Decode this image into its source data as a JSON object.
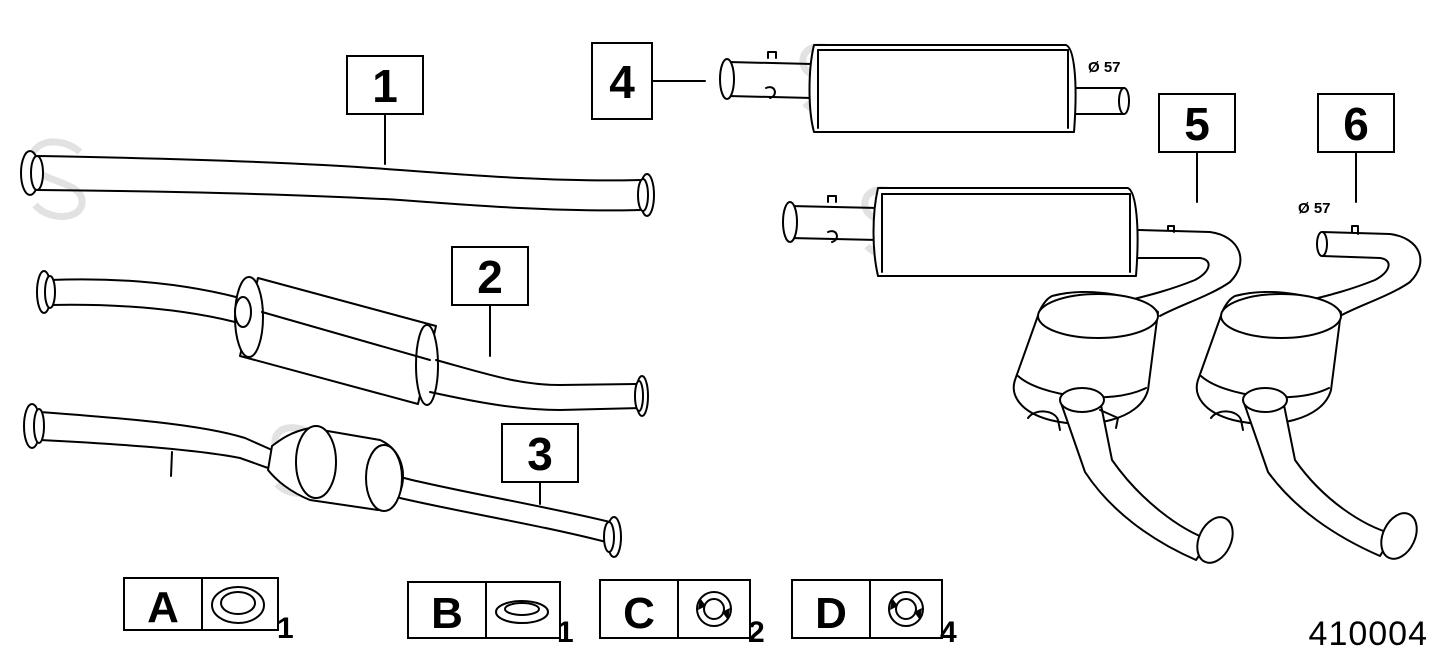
{
  "callouts": [
    {
      "label": "1"
    },
    {
      "label": "2"
    },
    {
      "label": "3"
    },
    {
      "label": "4"
    },
    {
      "label": "5"
    },
    {
      "label": "6"
    }
  ],
  "diameter_labels": [
    {
      "text": "Ø 57"
    },
    {
      "text": "Ø 57"
    }
  ],
  "kits": [
    {
      "letter": "A",
      "qty": "1"
    },
    {
      "letter": "B",
      "qty": "1"
    },
    {
      "letter": "C",
      "qty": "2"
    },
    {
      "letter": "D",
      "qty": "4"
    }
  ],
  "reference_number": "410004"
}
